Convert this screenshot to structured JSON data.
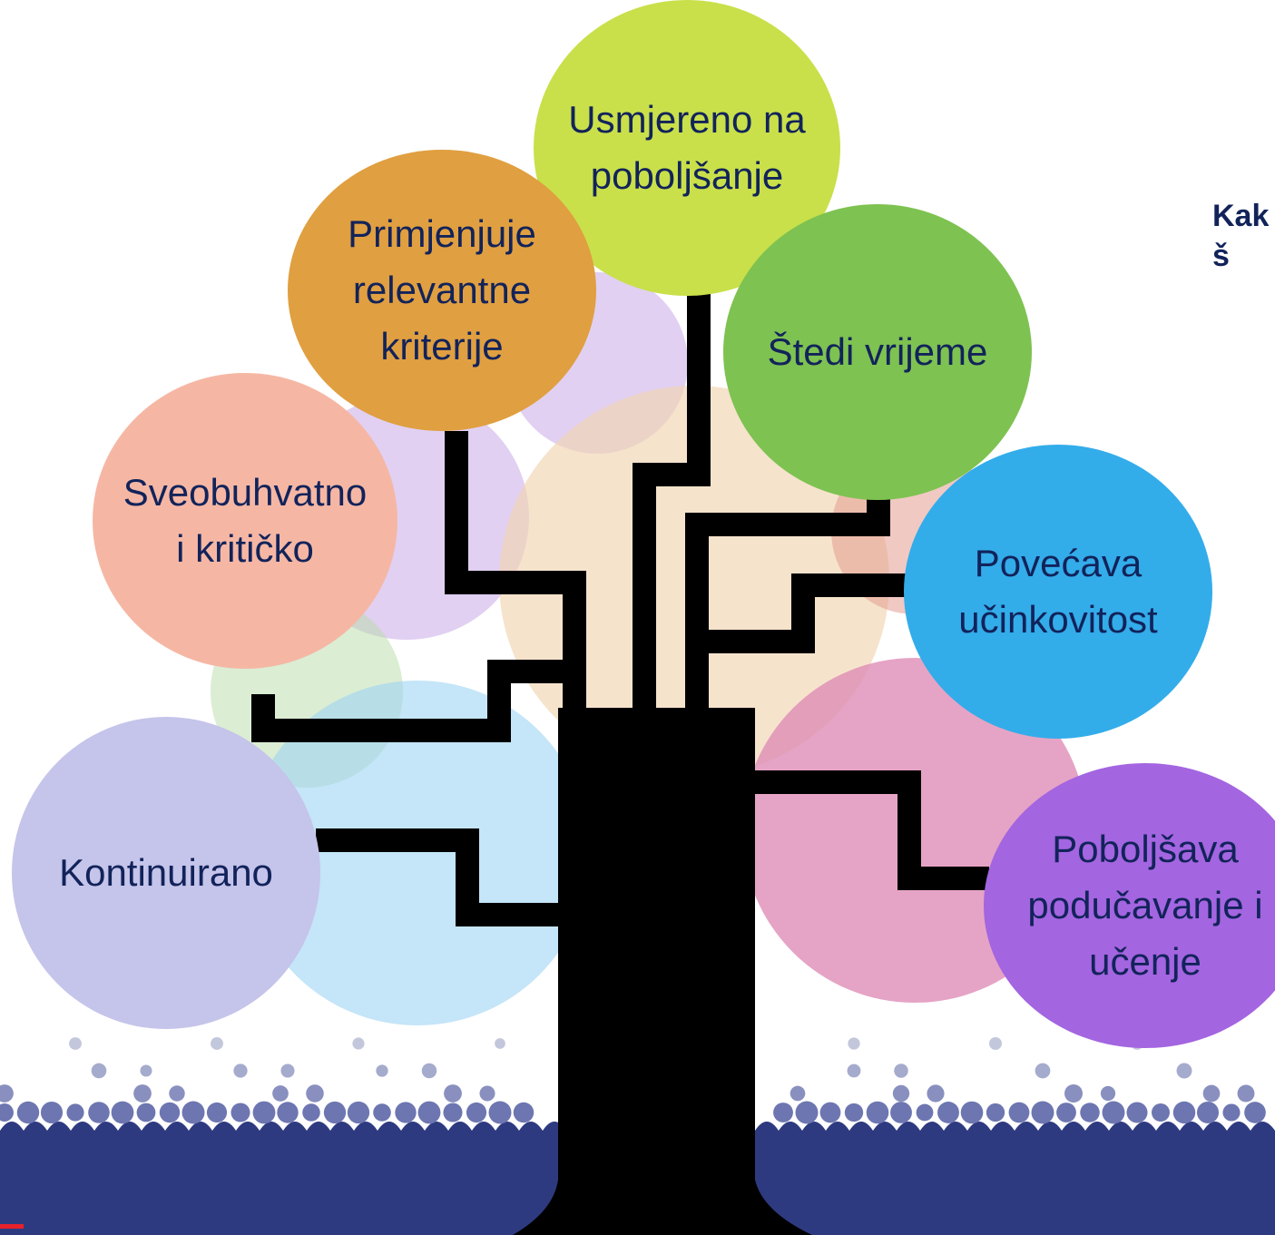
{
  "side_title": "Kak\nš",
  "colors": {
    "text": "#12235a",
    "trunk": "#000000",
    "ground": "#2e3a80",
    "dots": [
      "#c3c7dc",
      "#a5abcd",
      "#8990bf",
      "#6d76b0"
    ],
    "accent_red": "#e8212b"
  },
  "background_blobs": [
    {
      "color": "#c9a9e8",
      "opacity": 0.55
    },
    {
      "color": "#c9a9e8",
      "opacity": 0.55
    },
    {
      "color": "#f1d4b0",
      "opacity": 0.65
    },
    {
      "color": "#b7dca7",
      "opacity": 0.5
    },
    {
      "color": "#9fd4f3",
      "opacity": 0.6
    },
    {
      "color": "#de8ab5",
      "opacity": 0.78
    },
    {
      "color": "#e39d8f",
      "opacity": 0.55
    }
  ],
  "nodes": [
    {
      "id": "usmjereno",
      "label": "Usmjereno na\npoboljšanje",
      "color": "#c9e04a",
      "icon": "circle"
    },
    {
      "id": "primjenjuje",
      "label": "Primjenjuje\nrelevantne\nkriterije",
      "color": "#e09f40",
      "icon": "circle"
    },
    {
      "id": "stedi",
      "label": "Štedi vrijeme",
      "color": "#7ec251",
      "icon": "circle"
    },
    {
      "id": "sveobuhvatno",
      "label": "Sveobuhvatno\ni kritičko",
      "color": "#f5b7a4",
      "icon": "circle"
    },
    {
      "id": "povecava",
      "label": "Povećava\nučinkovitost",
      "color": "#33acea",
      "icon": "circle"
    },
    {
      "id": "kontinuirano",
      "label": "Kontinuirano",
      "color": "#c5c4ea",
      "icon": "circle"
    },
    {
      "id": "poboljsava",
      "label": "Poboljšava\npodučavanje i\nučenje",
      "color": "#a365e0",
      "icon": "circle"
    }
  ]
}
